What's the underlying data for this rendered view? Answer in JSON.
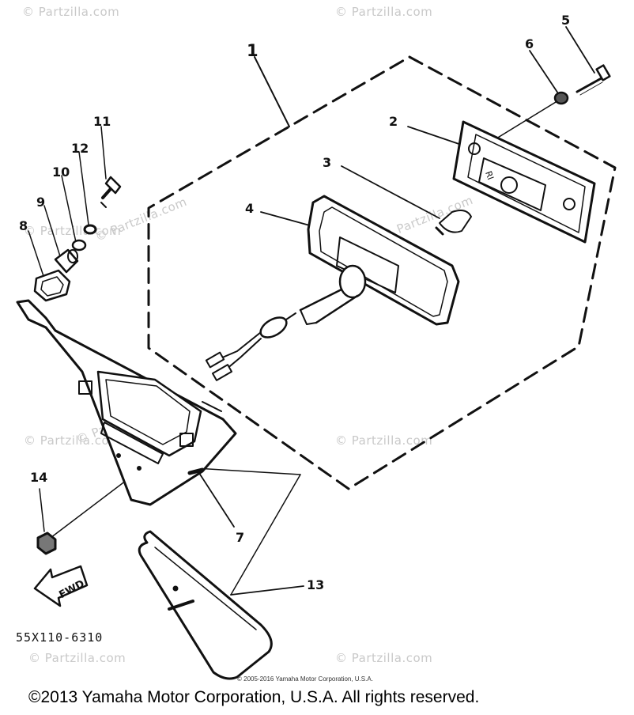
{
  "watermarks": [
    {
      "text": "© Partzilla.com"
    },
    {
      "text": "© Partzilla.com"
    },
    {
      "text": "© Partzilla.com"
    },
    {
      "text": "© Partzilla.com"
    },
    {
      "text": "© Partzilla.com"
    },
    {
      "text": "© Partzilla.com"
    },
    {
      "text": "© Partzilla.com"
    },
    {
      "text": "© Partzilla.com"
    },
    {
      "text": "© Partzilla.com"
    },
    {
      "text": "© Partzilla.com"
    }
  ],
  "callouts": {
    "c1": "1",
    "c2": "2",
    "c3": "3",
    "c4": "4",
    "c5": "5",
    "c6": "6",
    "c7": "7",
    "c8": "8",
    "c9": "9",
    "c10": "10",
    "c11": "11",
    "c12": "12",
    "c13": "13",
    "c14": "14"
  },
  "fwd_label": "FWD",
  "part_code": "55X110-6310",
  "fine_copyright": "© 2005-2016 Yamaha Motor Corporation, U.S.A.",
  "copyright": "©2013 Yamaha Motor Corporation, U.S.A. All rights reserved."
}
